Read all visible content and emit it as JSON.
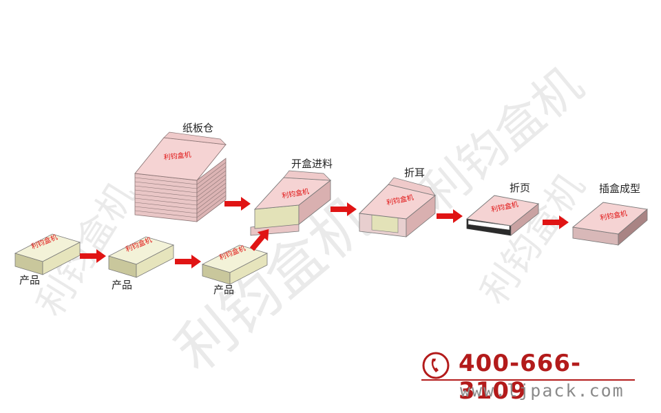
{
  "watermark": "利钧盒机",
  "box_stamp": "利钧盒机",
  "labels": {
    "product_1": "产品",
    "product_2": "产品",
    "product_3": "产品",
    "carton_bin": "纸板仓",
    "open_feed": "开盒进料",
    "fold_ears": "折耳",
    "fold_flap": "折页",
    "insert_form": "插盒成型"
  },
  "contact": {
    "phone": "400-666-3109",
    "website": "www.ljpack.com"
  },
  "colors": {
    "product_box": "#ecebc8",
    "carton_pink": "#f4cfcf",
    "arrow": "#e01414",
    "phone_red": "#b31b1b",
    "website_gray": "#8a8a8a"
  },
  "icons": [
    "phone-icon",
    "arrow-right-icon"
  ]
}
